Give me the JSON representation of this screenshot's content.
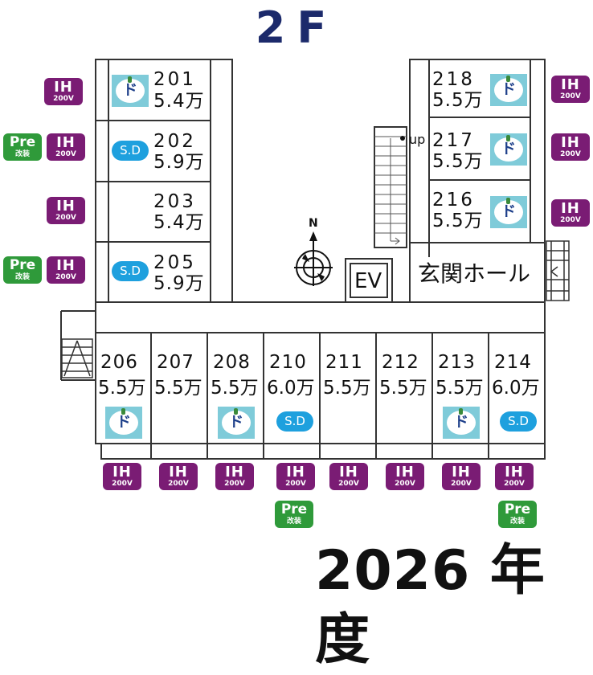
{
  "header": {
    "floor_title": "2F",
    "year_title": "2026 年度"
  },
  "labels": {
    "entrance_hall": "玄関ホール",
    "elevator": "EV",
    "stair_up": "up",
    "north": "N"
  },
  "badges": {
    "ih_main": "IH",
    "ih_sub": "200V",
    "pre_main": "Pre",
    "pre_sub": "改装",
    "do_glyph": "ド",
    "sd_label": "S.D"
  },
  "colors": {
    "title_navy": "#1c2a6b",
    "ih_purple": "#7a1c74",
    "pre_green": "#2f9a3a",
    "do_teal": "#7fcbd9",
    "sd_blue": "#1ea0de"
  },
  "rooms": {
    "r201": {
      "number": "201",
      "price": "5.4万"
    },
    "r202": {
      "number": "202",
      "price": "5.9万"
    },
    "r203": {
      "number": "203",
      "price": "5.4万"
    },
    "r205": {
      "number": "205",
      "price": "5.9万"
    },
    "r206": {
      "number": "206",
      "price": "5.5万"
    },
    "r207": {
      "number": "207",
      "price": "5.5万"
    },
    "r208": {
      "number": "208",
      "price": "5.5万"
    },
    "r210": {
      "number": "210",
      "price": "6.0万"
    },
    "r211": {
      "number": "211",
      "price": "5.5万"
    },
    "r212": {
      "number": "212",
      "price": "5.5万"
    },
    "r213": {
      "number": "213",
      "price": "5.5万"
    },
    "r214": {
      "number": "214",
      "price": "6.0万"
    },
    "r216": {
      "number": "216",
      "price": "5.5万"
    },
    "r217": {
      "number": "217",
      "price": "5.5万"
    },
    "r218": {
      "number": "218",
      "price": "5.5万"
    }
  }
}
